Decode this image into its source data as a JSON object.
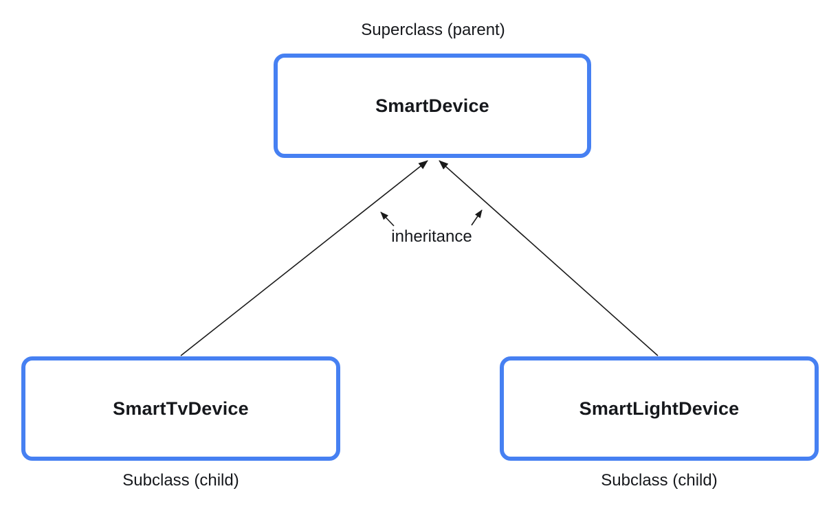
{
  "diagram": {
    "title_label": "Superclass (parent)",
    "superclass": {
      "name": "SmartDevice"
    },
    "inheritance_label": "inheritance",
    "subclasses": [
      {
        "name": "SmartTvDevice",
        "label": "Subclass (child)"
      },
      {
        "name": "SmartLightDevice",
        "label": "Subclass (child)"
      }
    ],
    "colors": {
      "box_border": "#4680f2",
      "box_fill": "#ffffff",
      "text": "#16181c",
      "arrow": "#1a1a1a",
      "background": "#ffffff"
    }
  }
}
